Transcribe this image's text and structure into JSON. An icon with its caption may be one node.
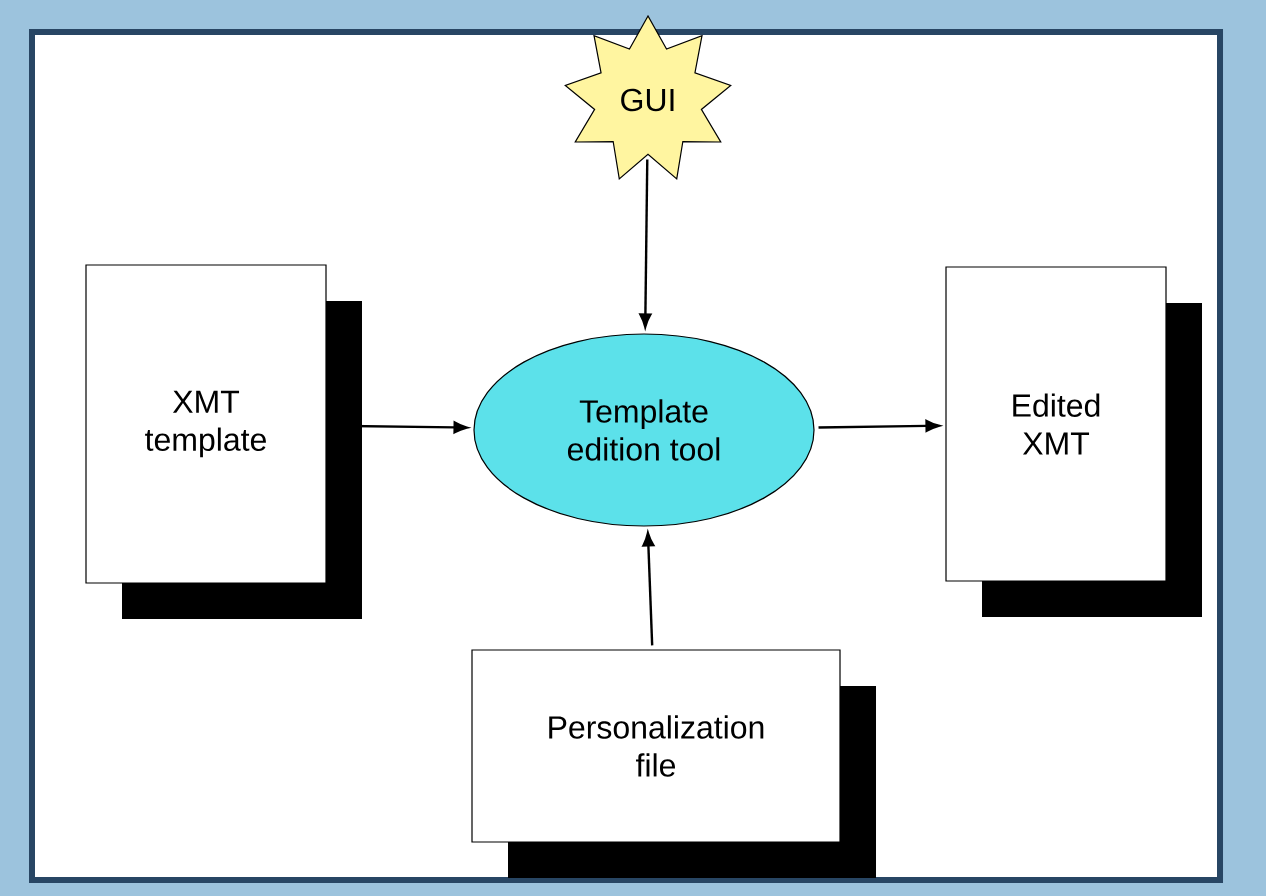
{
  "diagram": {
    "nodes": [
      {
        "text": [
          "XMT template"
        ]
      },
      {
        "text": [
          "GUI"
        ]
      },
      {
        "text": [
          "Template edition tool"
        ]
      },
      {
        "text": [
          "Edited XMT"
        ]
      },
      {
        "text": [
          "Personalization file"
        ]
      }
    ],
    "edges": [
      {
        "from": 0,
        "to": 2,
        "arrow": "to"
      },
      {
        "from": 2,
        "to": 3,
        "arrow": "to"
      },
      {
        "from": 1,
        "to": 2,
        "arrow": "to"
      },
      {
        "from": 4,
        "to": 2,
        "arrow": "to"
      }
    ]
  }
}
